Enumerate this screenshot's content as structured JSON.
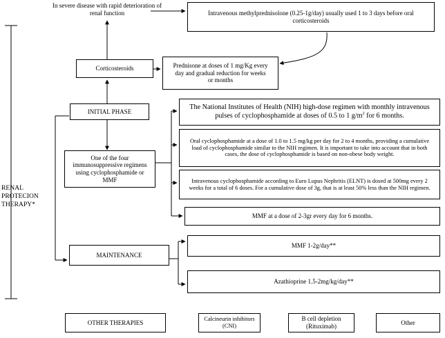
{
  "severe_note": "In severe disease with rapid deterioration of renal function",
  "methylpred": "Intravenous methylprednisolone (0.25-1g/day) usually used 1 to 3 days before oral corticosteroids",
  "corticosteroids": "Corticosteroids",
  "prednisone": "Prednisone at doses of 1 mg/Kg every day and gradual reduction for weeks or months",
  "initial_phase": "INITIAL PHASE",
  "regimens_box": "One of the four immunosuppressive regimens using cyclophosphamide or MMF",
  "regimens": {
    "nih_pre": "The National Institutes of Health (NIH) high-dose regimen with monthly intravenous pulses of cyclophosphamide at doses of 0.5 to 1 g/m",
    "nih_sup": "2",
    "nih_post": " for 6 months.",
    "oral": "Oral cyclophosphamide at a dose of 1.0 to 1.5 mg/kg per day for 2 to 4 months, providing a cumulative load of cyclophosphamide similar to the NIH regimen. It is important to take into account that in both cases, the dose of cyclophosphamide is based on non-obese body weight.",
    "elnt": "Intravenous cyclophosphamide according to Euro Lupus Nephritis (ELNT) is dosed at 500mg every 2 weeks for a total of 6 doses. For a cumulative dose of 3g, that is at least 50% less than the NIH regimen.",
    "mmf": "MMF at a dose of 2-3gr every day for 6 months."
  },
  "renal_label": "RENAL PROTECION THERAPY*",
  "maintenance": "MAINTENANCE",
  "maintenance_options": {
    "mmf": "MMF 1-2g/day**",
    "aza": "Azathioprine 1.5-2mg/kg/day**"
  },
  "other_therapies": {
    "title": "OTHER THERAPIES",
    "cni": "Calcineurin inhibitors (CNI)",
    "bcell": "B cell depletion (Rituximab)",
    "other": "Other"
  }
}
